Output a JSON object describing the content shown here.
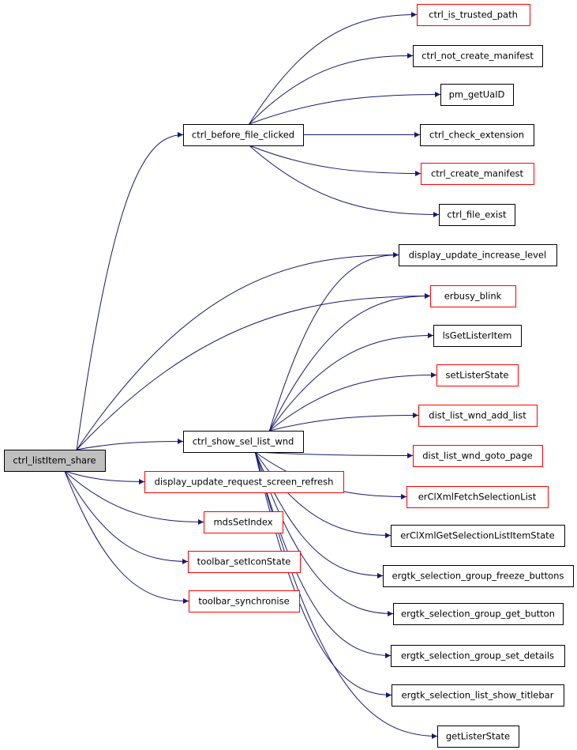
{
  "colors": {
    "edge": "#191970",
    "border_black": "#000000",
    "border_red": "#ff0000",
    "root_fill": "#bfbfbf",
    "node_fill": "#ffffff"
  },
  "nodes": [
    {
      "id": "root",
      "label": "ctrl_listItem_share",
      "kind": "root"
    },
    {
      "id": "before",
      "label": "ctrl_before_file_clicked",
      "kind": "black"
    },
    {
      "id": "trusted",
      "label": "ctrl_is_trusted_path",
      "kind": "red"
    },
    {
      "id": "notcreate",
      "label": "ctrl_not_create_manifest",
      "kind": "black"
    },
    {
      "id": "getuaid",
      "label": "pm_getUaID",
      "kind": "black"
    },
    {
      "id": "checkext",
      "label": "ctrl_check_extension",
      "kind": "black"
    },
    {
      "id": "createman",
      "label": "ctrl_create_manifest",
      "kind": "red"
    },
    {
      "id": "fileexist",
      "label": "ctrl_file_exist",
      "kind": "black"
    },
    {
      "id": "dispinc",
      "label": "display_update_increase_level",
      "kind": "black"
    },
    {
      "id": "blink",
      "label": "erbusy_blink",
      "kind": "red"
    },
    {
      "id": "lsget",
      "label": "lsGetListerItem",
      "kind": "black"
    },
    {
      "id": "setlister",
      "label": "setListerState",
      "kind": "red"
    },
    {
      "id": "show",
      "label": "ctrl_show_sel_list_wnd",
      "kind": "black"
    },
    {
      "id": "addlist",
      "label": "dist_list_wnd_add_list",
      "kind": "red"
    },
    {
      "id": "gotopage",
      "label": "dist_list_wnd_goto_page",
      "kind": "red"
    },
    {
      "id": "refresh",
      "label": "display_update_request_screen_refresh",
      "kind": "red"
    },
    {
      "id": "fetchsel",
      "label": "erClXmlFetchSelectionList",
      "kind": "red"
    },
    {
      "id": "mdsset",
      "label": "mdsSetIndex",
      "kind": "red"
    },
    {
      "id": "getselstate",
      "label": "erClXmlGetSelectionListItemState",
      "kind": "black"
    },
    {
      "id": "seticon",
      "label": "toolbar_setIconState",
      "kind": "red"
    },
    {
      "id": "freeze",
      "label": "ergtk_selection_group_freeze_buttons",
      "kind": "black"
    },
    {
      "id": "toolsync",
      "label": "toolbar_synchronise",
      "kind": "red"
    },
    {
      "id": "getbutton",
      "label": "ergtk_selection_group_get_button",
      "kind": "black"
    },
    {
      "id": "setdetails",
      "label": "ergtk_selection_group_set_details",
      "kind": "black"
    },
    {
      "id": "titlebar",
      "label": "ergtk_selection_list_show_titlebar",
      "kind": "black"
    },
    {
      "id": "getlisterstate",
      "label": "getListerState",
      "kind": "black"
    }
  ],
  "edges": [
    [
      "root",
      "before"
    ],
    [
      "root",
      "dispinc"
    ],
    [
      "root",
      "blink"
    ],
    [
      "root",
      "show"
    ],
    [
      "root",
      "refresh"
    ],
    [
      "root",
      "mdsset"
    ],
    [
      "root",
      "seticon"
    ],
    [
      "root",
      "toolsync"
    ],
    [
      "before",
      "trusted"
    ],
    [
      "before",
      "notcreate"
    ],
    [
      "before",
      "getuaid"
    ],
    [
      "before",
      "checkext"
    ],
    [
      "before",
      "createman"
    ],
    [
      "before",
      "fileexist"
    ],
    [
      "show",
      "dispinc"
    ],
    [
      "show",
      "blink"
    ],
    [
      "show",
      "lsget"
    ],
    [
      "show",
      "setlister"
    ],
    [
      "show",
      "addlist"
    ],
    [
      "show",
      "gotopage"
    ],
    [
      "show",
      "fetchsel"
    ],
    [
      "show",
      "getselstate"
    ],
    [
      "show",
      "freeze"
    ],
    [
      "show",
      "getbutton"
    ],
    [
      "show",
      "setdetails"
    ],
    [
      "show",
      "titlebar"
    ],
    [
      "show",
      "getlisterstate"
    ]
  ]
}
